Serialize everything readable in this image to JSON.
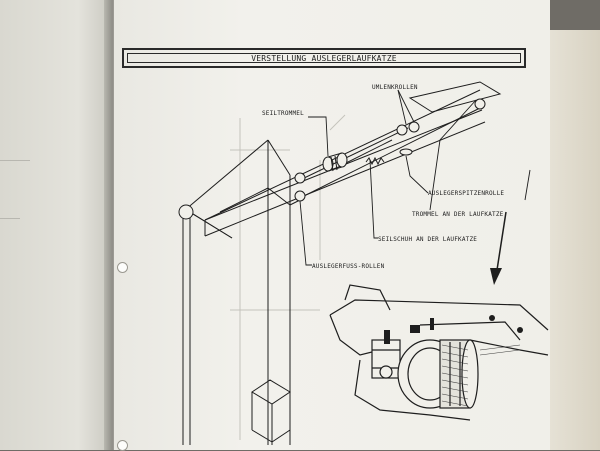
{
  "title": "VERSTELLUNG AUSLEGERLAUFKATZE",
  "labels": {
    "umlenkrollen": "UMLENKROLLEN",
    "seiltrommel": "SEILTROMMEL",
    "auslegerspitzenrolle": "AUSLEGERSPITZENROLLE",
    "trommel_laufkatze": "TROMMEL AN DER LAUFKATZE",
    "seilschuh": "SEILSCHUH AN DER LAUFKATZE",
    "auslegerfuss": "AUSLEGERFUSS-ROLLEN"
  },
  "icons": {
    "arrow": "arrow-down-left-icon"
  },
  "colors": {
    "ink": "#1e1e1e",
    "paper": "#f1f0ea"
  }
}
